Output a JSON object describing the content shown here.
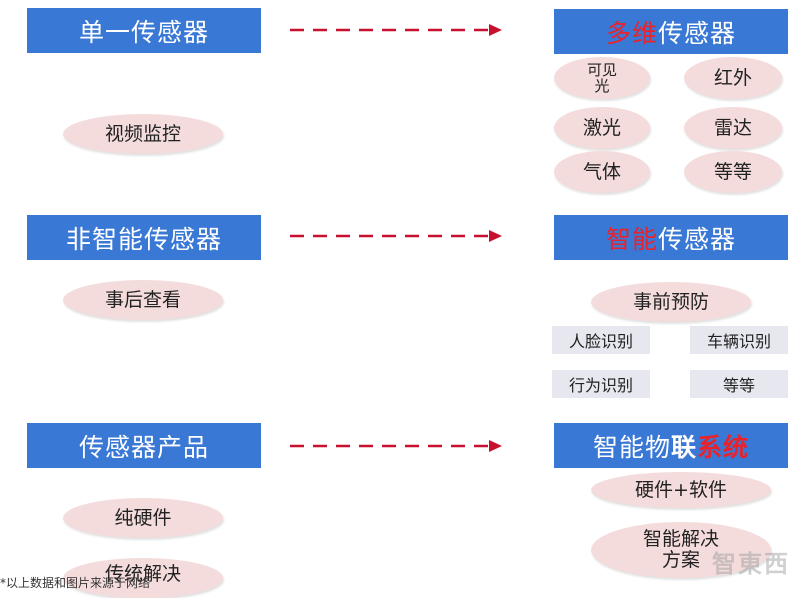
{
  "colors": {
    "box_blue": "#3a78d6",
    "pill_pink": "#f4dcdc",
    "tag_gray": "#e6e7ef",
    "accent_red": "#e8232b",
    "arrow_red": "#c8102e"
  },
  "rows": [
    {
      "left": {
        "label": "单一传感器"
      },
      "right": {
        "label_red": "多维",
        "label_rest": "传感器"
      },
      "left_items": [
        "视频监控"
      ],
      "right_items": [
        "可见光",
        "红外",
        "激光",
        "雷达",
        "气体",
        "等等"
      ]
    },
    {
      "left": {
        "label": "非智能传感器"
      },
      "right": {
        "label_red": "智能",
        "label_rest": "传感器"
      },
      "left_items": [
        "事后查看"
      ],
      "right_oval": "事前预防",
      "right_tags": [
        "人脸识别",
        "车辆识别",
        "行为识别",
        "等等"
      ]
    },
    {
      "left": {
        "label": "传感器产品"
      },
      "right": {
        "label_plain": "智能物",
        "label_bold": "联",
        "label_red": "系统"
      },
      "left_items": [
        "纯硬件",
        "传统解决"
      ],
      "right_items": [
        "硬件+软件",
        "智能解决方案"
      ]
    }
  ],
  "watermark": "智東西",
  "caption": "*以上数据和图片来源于网络"
}
